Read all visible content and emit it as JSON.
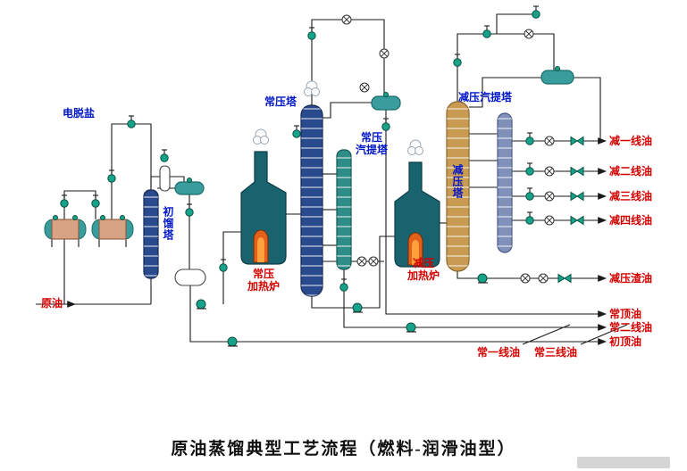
{
  "title": {
    "text": "原油蒸馏典型工艺流程（燃料-润滑油型）"
  },
  "labels": {
    "desalter": "电脱盐",
    "crude": "原油",
    "initial_tower": "初馏塔",
    "atm_tower": "常压塔",
    "atm_stripper": "常压\n汽提塔",
    "atm_furnace": "常压\n加热炉",
    "vac_furnace": "减压\n加热炉",
    "vac_tower": "减压塔",
    "vac_stripper": "减压汽提塔"
  },
  "streams": {
    "vac_line_1": "减一线油",
    "vac_line_2": "减二线油",
    "vac_line_3": "减三线油",
    "vac_line_4": "减四线油",
    "vac_residue": "减压渣油",
    "atm_top": "常顶油",
    "atm_line_2": "常二线油",
    "initial_top": "初顶油",
    "atm_line_1": "常一线油",
    "atm_line_3": "常三线油"
  },
  "colors": {
    "label_blue": "#0016c8",
    "label_red": "#d40000",
    "pipe": "#1a1a1a",
    "symbol_green": "#17a38a",
    "column_navy": "#2a4a8e",
    "column_teal": "#2f8d88",
    "column_gold": "#c89a52",
    "column_slate": "#8090b8",
    "furnace_teal": "#19636f",
    "fire_orange": "#e2601a",
    "fire_inner": "#ffa13d",
    "vessel_tan": "#d8a284",
    "drum_teal": "#3a9d9d",
    "title_black": "#111111"
  }
}
